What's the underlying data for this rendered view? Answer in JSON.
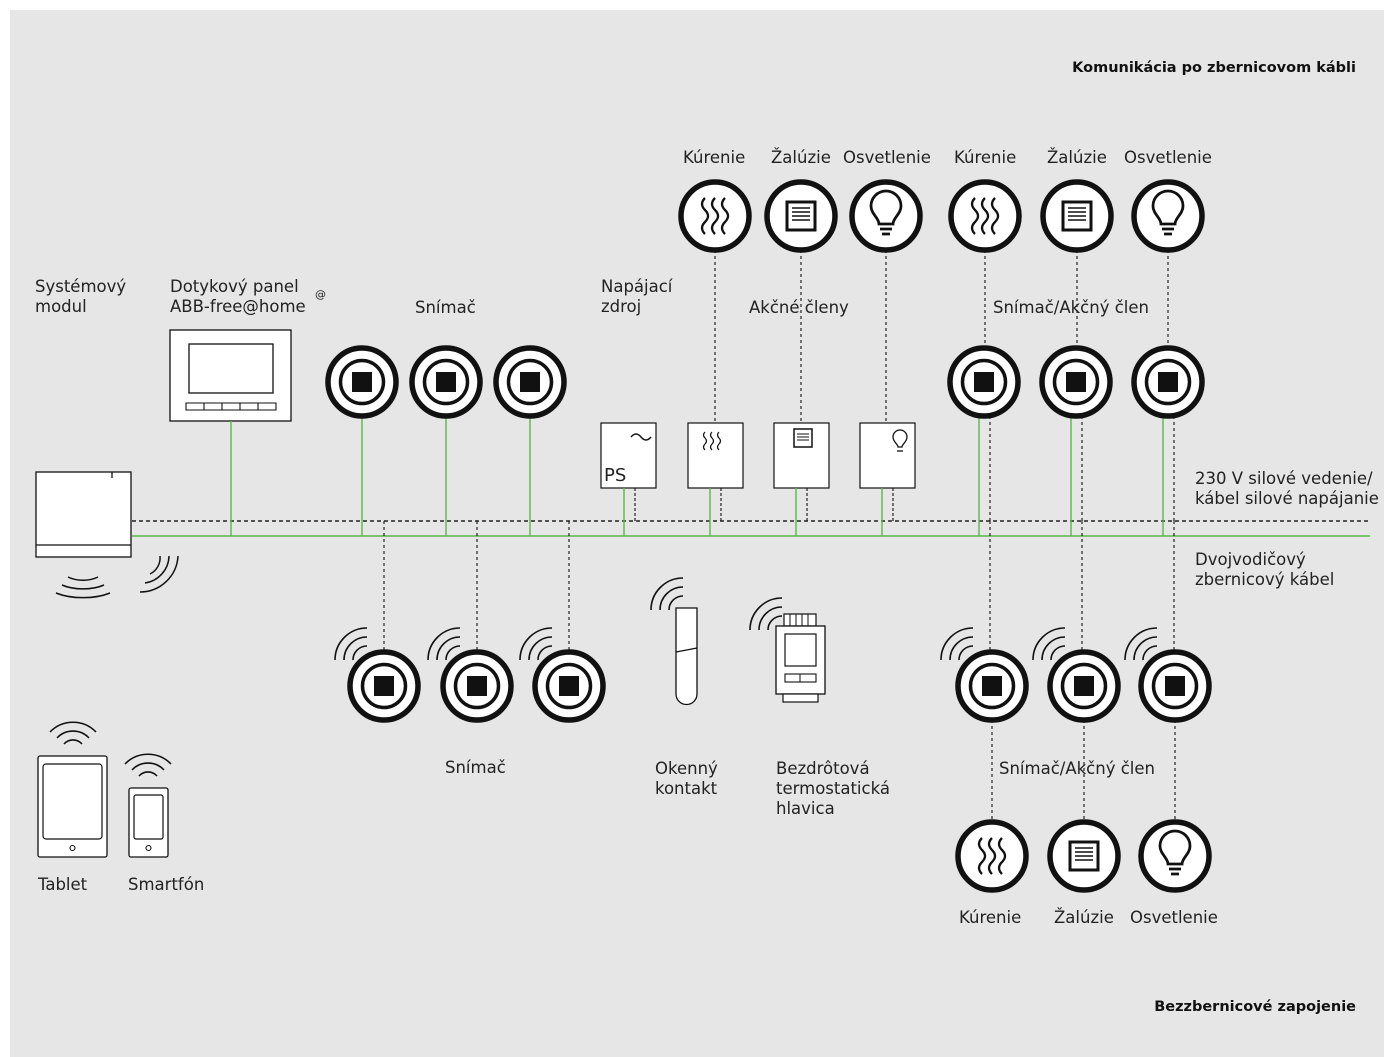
{
  "titles": {
    "top": "Komunikácia po zbernicovom kábli",
    "bottom": "Bezzbernicové zapojenie"
  },
  "labels": {
    "system_module": "Systémový\nmodul",
    "touch_panel": "Dotykový panel\nABB-free@home",
    "touch_panel_mark": "@",
    "sensor_top": "Snímač",
    "power_supply": "Napájací\nzdroj",
    "actuators": "Akčné členy",
    "sensor_actuator_top": "Snímač/Akčný člen",
    "power_line": "230 V silové vedenie/\nkábel silové napájanie",
    "bus_line": "Dvojvodičový\nzbernicový kábel",
    "sensor_bottom": "Snímač",
    "window_contact": "Okenný\nkontakt",
    "wireless_thermostat": "Bezdrôtová\ntermostatická\nhlavica",
    "sensor_actuator_bottom": "Snímač/Akčný člen",
    "tablet": "Tablet",
    "smartphone": "Smartfón",
    "ps": "PS"
  },
  "load_labels": {
    "top": [
      "Kúrenie",
      "Žalúzie",
      "Osvetlenie",
      "Kúrenie",
      "Žalúzie",
      "Osvetlenie"
    ],
    "bottom": [
      "Kúrenie",
      "Žalúzie",
      "Osvetlenie"
    ]
  },
  "colors": {
    "background": "#e6e6e6",
    "bus_line": "#57b947",
    "device": "#111111"
  }
}
